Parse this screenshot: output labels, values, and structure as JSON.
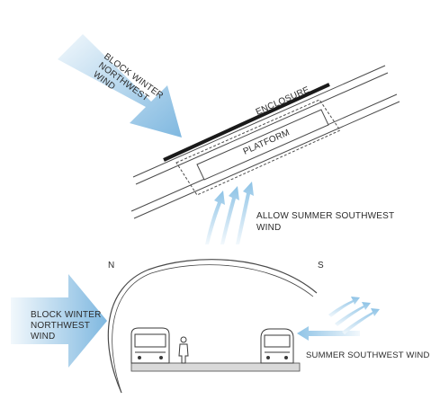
{
  "plan": {
    "block_wind_lines": [
      "BLOCK WINTER",
      "NORTHWEST",
      "WIND"
    ],
    "enclosure_label": "ENCLOSURE",
    "platform_label": "PLATFORM",
    "allow_wind_lines": [
      "ALLOW SUMMER SOUTHWEST",
      "WIND"
    ]
  },
  "section": {
    "north_label": "N",
    "south_label": "S",
    "block_wind_lines": [
      "BLOCK WINTER",
      "NORTHWEST",
      "WIND"
    ],
    "summer_wind_label": "SUMMER SOUTHWEST WIND"
  },
  "colors": {
    "wind_arrow": "#8ec3e6",
    "wind_arrow_light": "#e6f2fa",
    "line": "#4a4a4a",
    "enclosure": "#1a1a1a",
    "ground": "#d9d9d9"
  }
}
